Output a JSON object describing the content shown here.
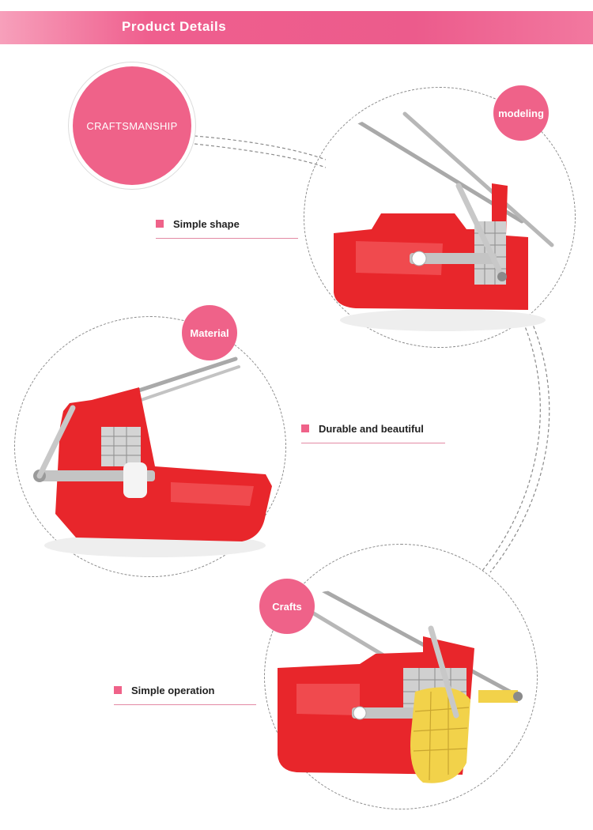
{
  "header": {
    "title": "Product Details"
  },
  "badges": {
    "craftsmanship": "CRAFTSMANSHIP",
    "modeling": "modeling",
    "material": "Material",
    "crafts": "Crafts"
  },
  "features": {
    "simple_shape": "Simple shape",
    "durable": "Durable and beautiful",
    "simple_operation": "Simple operation"
  },
  "colors": {
    "accent": "#ef6289",
    "product_red": "#e8262b",
    "potato": "#f2d24a"
  },
  "images": [
    "french-fry-cutter-photo-right",
    "french-fry-cutter-photo-left",
    "french-fry-cutter-with-potato-photo"
  ]
}
